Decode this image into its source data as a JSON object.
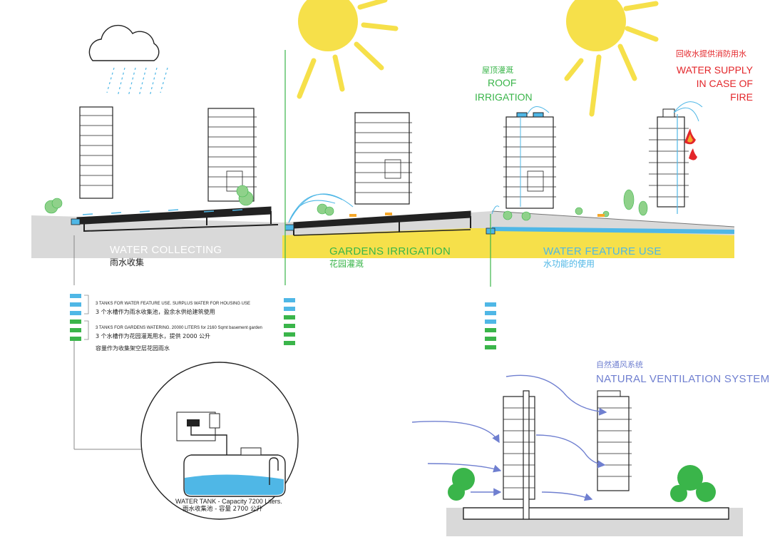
{
  "zones": {
    "collecting": {
      "title": "WATER COLLECTING",
      "cn": "雨水收集"
    },
    "irrigation": {
      "title": "GARDENS IRRIGATION",
      "cn": "花园灌溉"
    },
    "feature": {
      "title": "WATER FEATURE USE",
      "cn": "水功能的使用"
    }
  },
  "roof_irrigation": {
    "cn": "屋顶灌溉",
    "line1": "ROOF",
    "line2": "IRRIGATION"
  },
  "fire": {
    "cn": "回收水提供消防用水",
    "line1": "WATER SUPPLY",
    "line2": "IN CASE OF",
    "line3": "FIRE"
  },
  "tanks_note": {
    "feature_en": "3 TANKS FOR WATER FEATURE USE. SURPLUS WATER FOR HOUSING USE",
    "feature_cn": "3 个水槽作为雨水收集池，盈余水供给建筑使用",
    "garden_en": "3 TANKS FOR GARDENS WATERING. 20000 LITERS for 2160 Sqmt basement garden",
    "garden_cn1": "3 个水槽作为花园灌溉用水，提供 2000 公升",
    "garden_cn2": "容量作为收集架空层花园雨水"
  },
  "tank_detail": {
    "label": "WATER TANK - Capacity 7200 Liters.",
    "cn": "雨水收集池 - 容量 2700 公升"
  },
  "ventilation": {
    "cn": "自然通风系统",
    "title": "NATURAL VENTILATION SYSTEM"
  },
  "colors": {
    "rain_blue": "#4fb7e6",
    "garden_green": "#3ab54a",
    "yellow": "#f6e04a",
    "grey_ground": "#d9d9d9",
    "fire_red": "#e3262a",
    "vent_blue": "#6f7fd0"
  }
}
